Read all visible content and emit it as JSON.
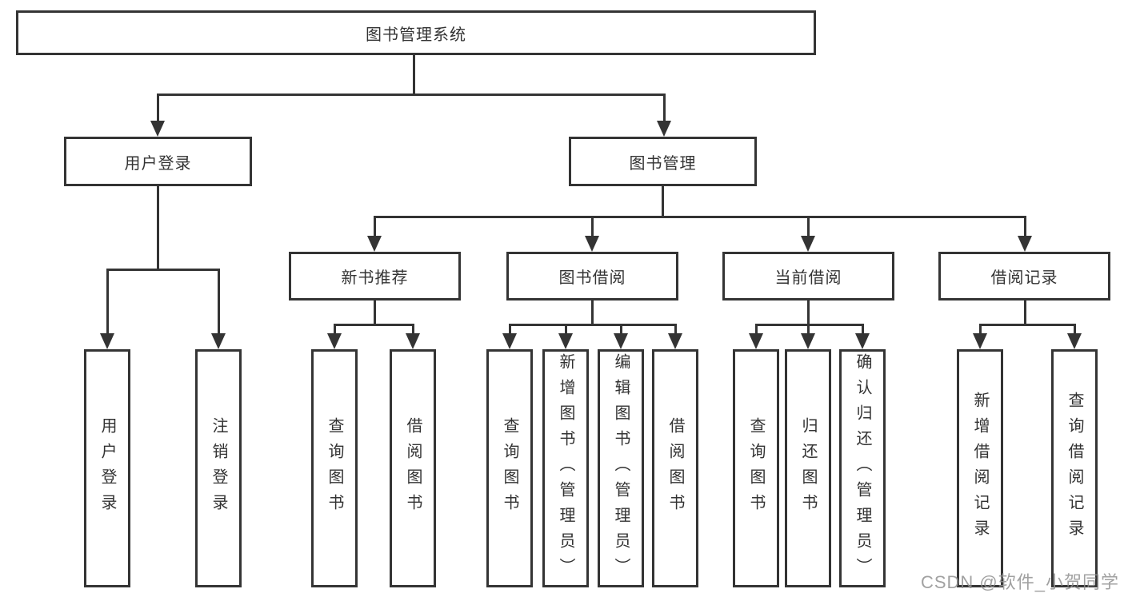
{
  "diagram": {
    "root": {
      "label": "图书管理系统"
    },
    "level2": [
      {
        "label": "用户登录"
      },
      {
        "label": "图书管理"
      }
    ],
    "level3": [
      {
        "label": "新书推荐",
        "parent": "图书管理"
      },
      {
        "label": "图书借阅",
        "parent": "图书管理"
      },
      {
        "label": "当前借阅",
        "parent": "图书管理"
      },
      {
        "label": "借阅记录",
        "parent": "图书管理"
      }
    ],
    "leaves": [
      {
        "label": "用户登录",
        "parent": "用户登录"
      },
      {
        "label": "注销登录",
        "parent": "用户登录"
      },
      {
        "label": "查询图书",
        "parent": "新书推荐"
      },
      {
        "label": "借阅图书",
        "parent": "新书推荐"
      },
      {
        "label": "查询图书",
        "parent": "图书借阅"
      },
      {
        "label": "新增图书（管理员）",
        "parent": "图书借阅"
      },
      {
        "label": "编辑图书（管理员）",
        "parent": "图书借阅"
      },
      {
        "label": "借阅图书",
        "parent": "图书借阅"
      },
      {
        "label": "查询图书",
        "parent": "当前借阅"
      },
      {
        "label": "归还图书",
        "parent": "当前借阅"
      },
      {
        "label": "确认归还（管理员）",
        "parent": "当前借阅"
      },
      {
        "label": "新增借阅记录",
        "parent": "借阅记录"
      },
      {
        "label": "查询借阅记录",
        "parent": "借阅记录"
      }
    ]
  },
  "watermark": "CSDN @软件_小贺同学",
  "colors": {
    "line": "#343434",
    "text": "#333333",
    "background": "#ffffff",
    "watermark": "#919191"
  }
}
